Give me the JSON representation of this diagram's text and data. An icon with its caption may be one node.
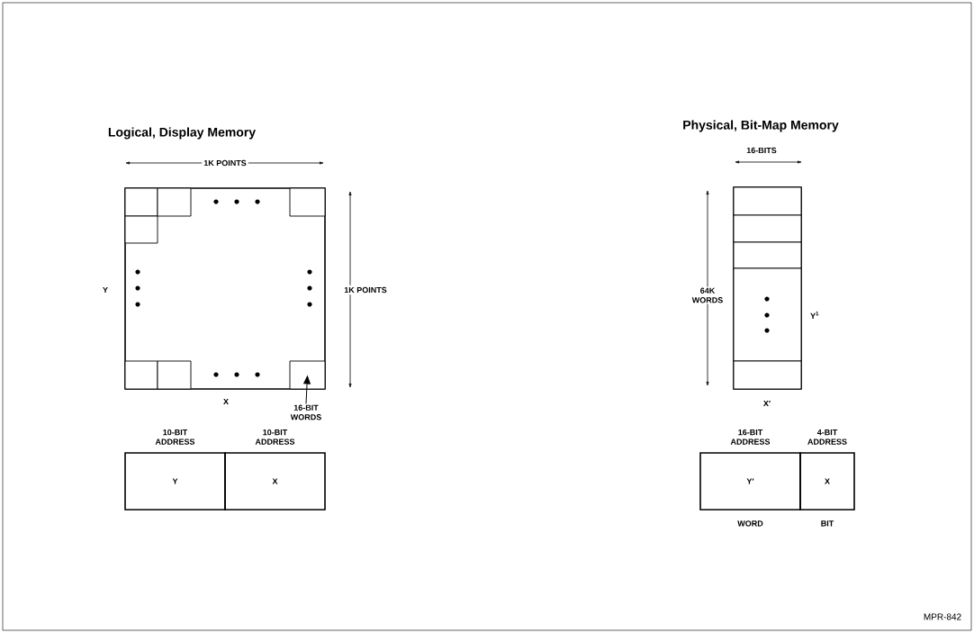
{
  "diagram": {
    "nodes": [
      {
        "text": [],
        "shape": "box"
      },
      {
        "text": [],
        "shape": "box",
        "in": 0
      },
      {
        "text": [],
        "shape": "box",
        "in": 0
      },
      {
        "text": [],
        "shape": "box",
        "in": 0
      },
      {
        "text": [],
        "shape": "box",
        "in": 0
      },
      {
        "text": [],
        "shape": "box",
        "in": 0
      },
      {
        "text": [],
        "shape": "box",
        "in": 0
      },
      {
        "text": [],
        "shape": "box",
        "in": 0
      },
      {
        "text": [
          "16-BIT WORDS"
        ]
      },
      {
        "text": [
          "10-BIT ADDRESS",
          "Y"
        ]
      },
      {
        "text": [
          "10-BIT ADDRESS",
          "X"
        ]
      },
      {
        "text": [],
        "shape": "box"
      },
      {
        "text": [],
        "shape": "box",
        "in": 11
      },
      {
        "text": [],
        "shape": "box",
        "in": 11
      },
      {
        "text": [],
        "shape": "box",
        "in": 11
      },
      {
        "text": [],
        "shape": "box",
        "in": 11
      },
      {
        "text": [],
        "shape": "box",
        "in": 11
      },
      {
        "text": [
          "16-BIT ADDRESS",
          "Y′"
        ],
        "beside": [
          "WORD"
        ]
      },
      {
        "text": [
          "4-BIT ADDRESS",
          "X"
        ],
        "beside": [
          "BIT"
        ]
      }
    ],
    "edges": [
      {
        "from": 8,
        "to": 7,
        "arrow": "to"
      }
    ],
    "labels": [
      "Physical, Bit-Map Memory",
      "Logical, Display Memory",
      "16-BITS",
      "1K POINTS",
      "64K WORDS",
      "Y",
      "1K POINTS",
      "Y$^{1}$",
      "X",
      "X′",
      "MPR-842"
    ]
  }
}
